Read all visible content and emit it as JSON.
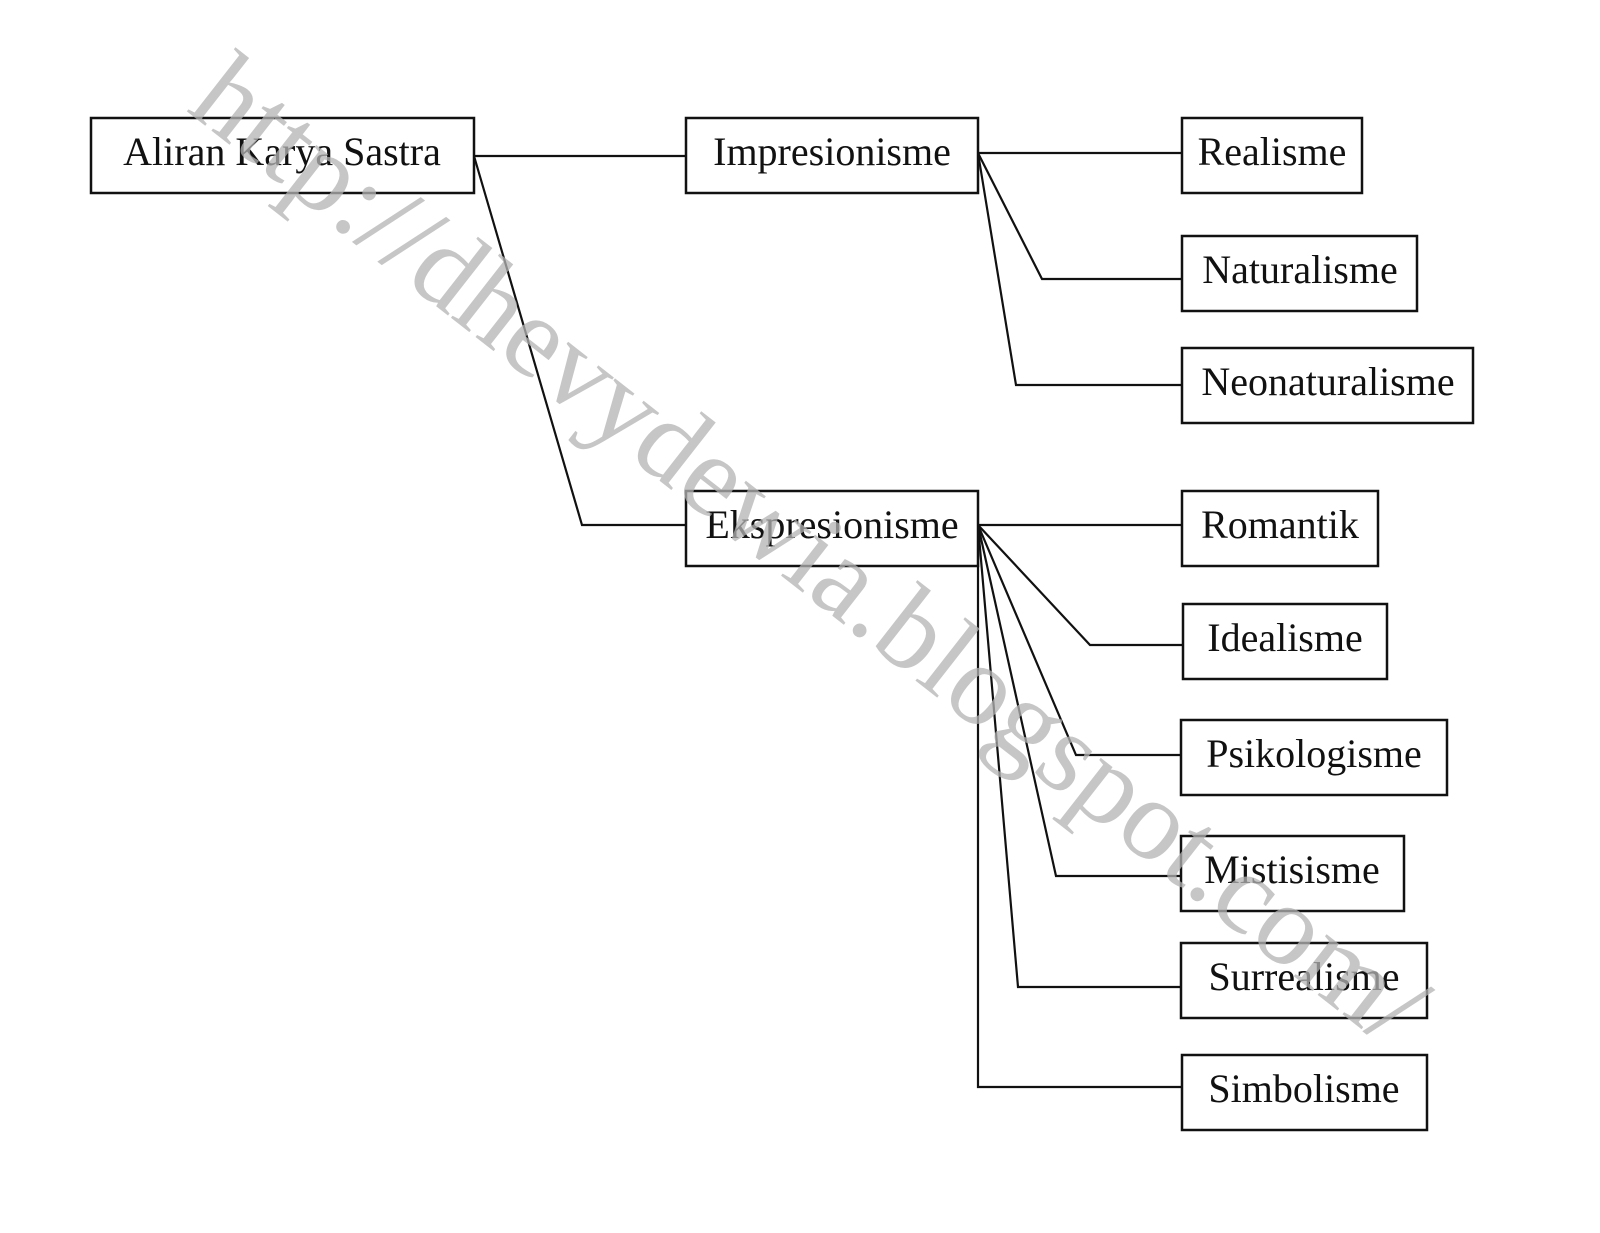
{
  "diagram": {
    "root": {
      "label": "Aliran Karya Sastra"
    },
    "branches": [
      {
        "label": "Impresionisme",
        "children": [
          "Realisme",
          "Naturalisme",
          "Neonaturalisme"
        ]
      },
      {
        "label": "Ekspresionisme",
        "children": [
          "Romantik",
          "Idealisme",
          "Psikologisme",
          "Mistisisme",
          "Surrealisme",
          "Simbolisme"
        ]
      }
    ],
    "watermark": "http://dhevydewia.blogspot.com/"
  }
}
